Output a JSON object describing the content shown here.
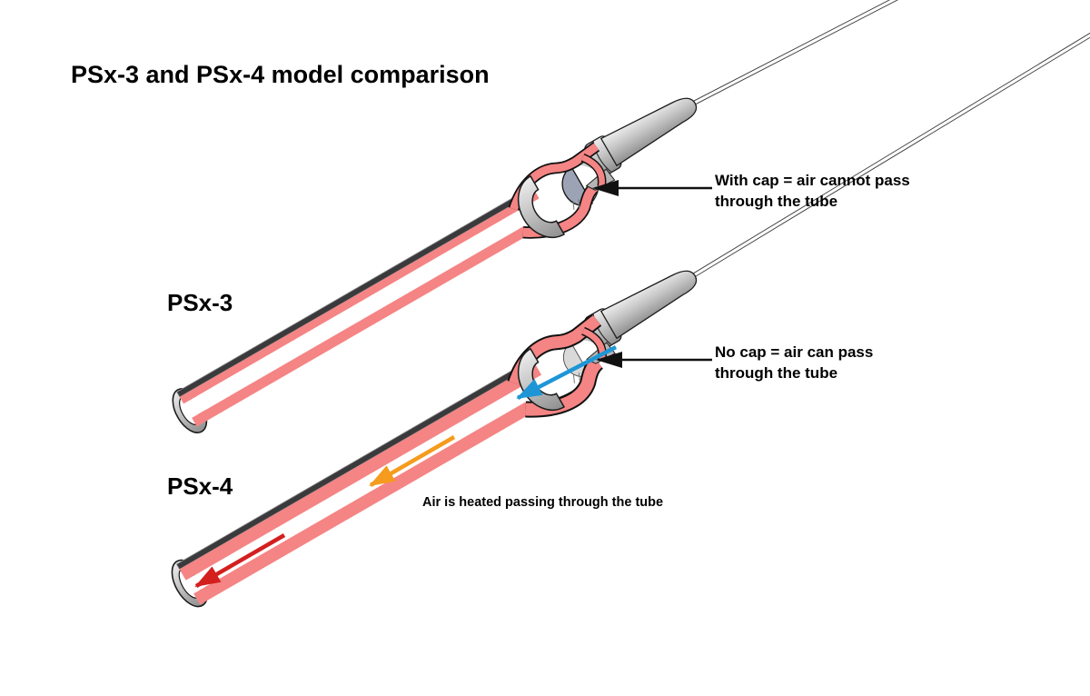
{
  "title": "PSx-3 and PSx-4 model comparison",
  "models": {
    "psx3": {
      "label": "PSx-3"
    },
    "psx4": {
      "label": "PSx-4"
    }
  },
  "annotations": {
    "with_cap": {
      "line1": "With cap = air cannot pass",
      "line2": "through the tube"
    },
    "no_cap": {
      "line1": "No cap = air can pass",
      "line2": "through the tube"
    },
    "heated_air": "Air is heated passing through the tube"
  },
  "airflow": {
    "cold_arrow": "cold air entering",
    "warm_arrow": "air warming mid-tube",
    "hot_arrow": "heated air exiting"
  },
  "colors": {
    "background": "#FFFFFF",
    "heater_pink": "#F58484",
    "sheath_dark": "#3A3A3C",
    "metal_light": "#EDEDED",
    "metal_mid": "#C6C6C6",
    "metal_dark": "#8F8F8F",
    "cap_gray": "#9CA3B5",
    "cold_air_blue": "#1E96D6",
    "warm_air_orange": "#F59B1E",
    "hot_air_red": "#D41F1F",
    "outline_black": "#111111"
  }
}
